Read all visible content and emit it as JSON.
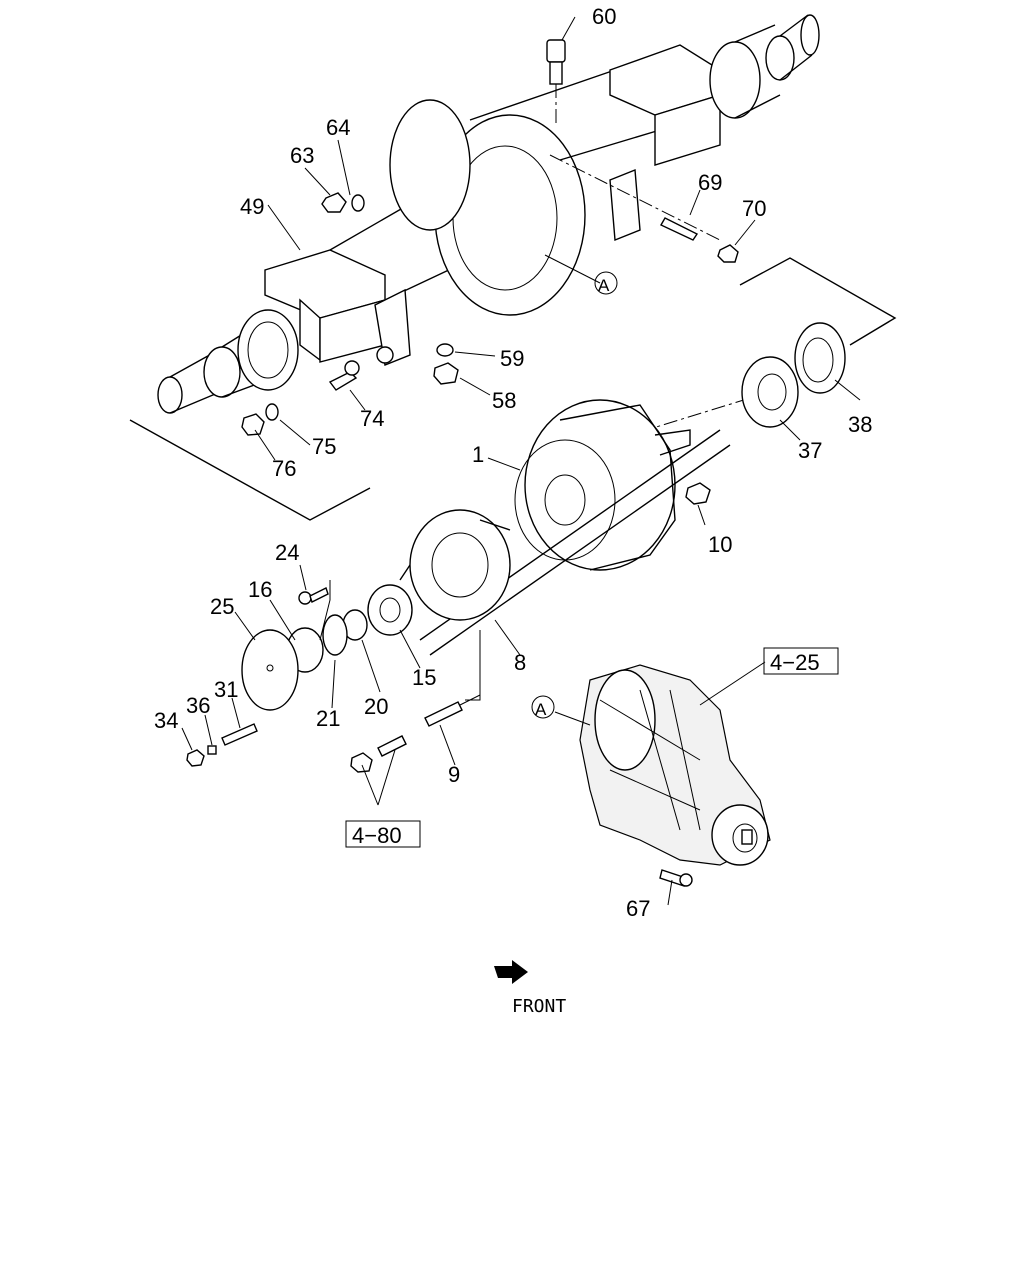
{
  "labels": {
    "p60": "60",
    "p64": "64",
    "p63": "63",
    "p49": "49",
    "p69": "69",
    "p70": "70",
    "p59": "59",
    "p58": "58",
    "p74": "74",
    "p75": "75",
    "p76": "76",
    "p38": "38",
    "p37": "37",
    "p1": "1",
    "p10": "10",
    "p24": "24",
    "p25": "25",
    "p16": "16",
    "p8": "8",
    "p15": "15",
    "p20": "20",
    "p21": "21",
    "p31": "31",
    "p36": "36",
    "p34": "34",
    "p9": "9",
    "p67": "67"
  },
  "refs": {
    "a_top": "A",
    "a_bottom": "A"
  },
  "boxes": {
    "ref_4_25": "4−25",
    "ref_4_80": "4−80"
  },
  "direction": {
    "front": "FRONT"
  },
  "icons": {
    "front_arrow": "front-arrow-icon"
  }
}
